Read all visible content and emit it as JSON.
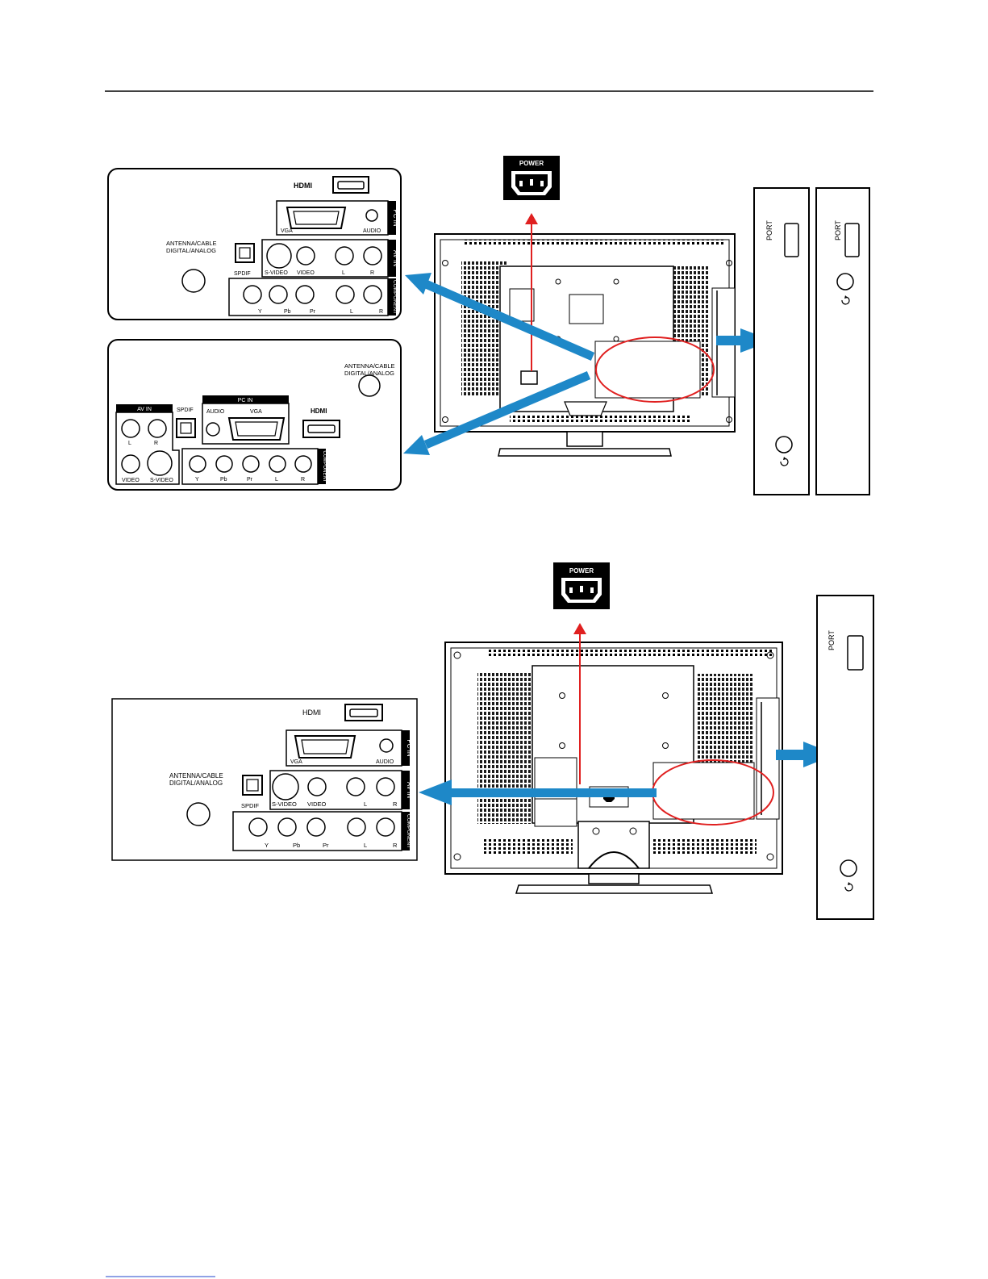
{
  "colors": {
    "arrow_blue": "#1e88c8",
    "arrow_red": "#e02020",
    "highlight_red": "#e02020",
    "panel_black": "#000000"
  },
  "power_label": "POWER",
  "side_port_label": "PORT",
  "side_button_icon": "power-cycle-icon",
  "top_panel_1": {
    "hdmi": "HDMI",
    "vga": "VGA",
    "audio": "AUDIO",
    "pc_in": "PC IN",
    "antenna_line1": "ANTENNA/CABLE",
    "antenna_line2": "DIGITAL/ANALOG",
    "spdif": "SPDIF",
    "svideo": "S-VIDEO",
    "video": "VIDEO",
    "l": "L",
    "r": "R",
    "av_in": "AV IN",
    "y": "Y",
    "pb": "Pb",
    "pr": "Pr",
    "comp_l": "L",
    "comp_r": "R",
    "component": "COMPONENT"
  },
  "top_panel_2": {
    "antenna_line1": "ANTENNA/CABLE",
    "antenna_line2": "DIGITAL/ANALOG",
    "av_in": "AV IN",
    "spdif": "SPDIF",
    "pc_in": "PC IN",
    "audio": "AUDIO",
    "vga": "VGA",
    "hdmi": "HDMI",
    "l": "L",
    "r": "R",
    "video": "VIDEO",
    "svideo": "S-VIDEO",
    "y": "Y",
    "pb": "Pb",
    "pr": "Pr",
    "comp_l": "L",
    "comp_r": "R",
    "component": "COMPONENT"
  },
  "bottom_panel": {
    "hdmi": "HDMI",
    "vga": "VGA",
    "audio": "AUDIO",
    "pc_in": "PC IN",
    "antenna_line1": "ANTENNA/CABLE",
    "antenna_line2": "DIGITAL/ANALOG",
    "spdif": "SPDIF",
    "svideo": "S-VIDEO",
    "video": "VIDEO",
    "l": "L",
    "r": "R",
    "av_in": "AV IN",
    "y": "Y",
    "pb": "Pb",
    "pr": "Pr",
    "comp_l": "L",
    "comp_r": "R",
    "component": "COMPONENT"
  }
}
